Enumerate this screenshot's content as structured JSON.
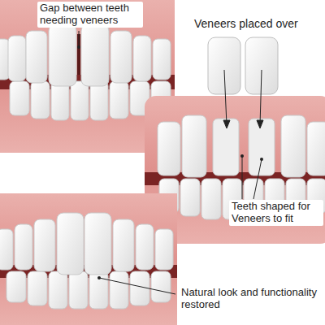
{
  "diagram": {
    "labels": [
      "Gap between teeth needing veneers",
      "Veneers placed over",
      "Teeth shaped for Veneers to fit",
      "Natural look and functionality restored"
    ]
  }
}
